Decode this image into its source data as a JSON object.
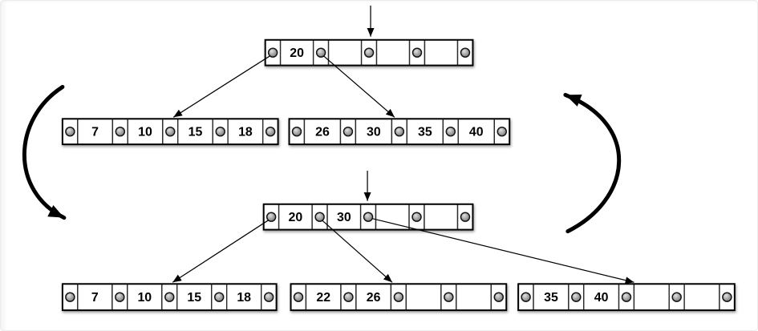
{
  "diagram": {
    "colors": {
      "background": "#ffffff",
      "node_fill": "#ffffff",
      "node_border": "#000000",
      "pointer_dot": "#8f8f8f",
      "arrow": "#000000"
    },
    "icons": {
      "pointer_slot": "gray-dot-circle",
      "insertion_marker": "down-arrow",
      "cycle_left": "thick-curved-arrow-down",
      "cycle_right": "thick-curved-arrow-up"
    },
    "before": {
      "root": {
        "keys": [
          "20",
          "",
          "",
          ""
        ]
      },
      "children": [
        {
          "keys": [
            "7",
            "10",
            "15",
            "18"
          ]
        },
        {
          "keys": [
            "26",
            "30",
            "35",
            "40"
          ]
        }
      ]
    },
    "after": {
      "root": {
        "keys": [
          "20",
          "30",
          "",
          ""
        ]
      },
      "children": [
        {
          "keys": [
            "7",
            "10",
            "15",
            "18"
          ]
        },
        {
          "keys": [
            "22",
            "26",
            "",
            ""
          ]
        },
        {
          "keys": [
            "35",
            "40",
            "",
            ""
          ]
        }
      ]
    }
  }
}
